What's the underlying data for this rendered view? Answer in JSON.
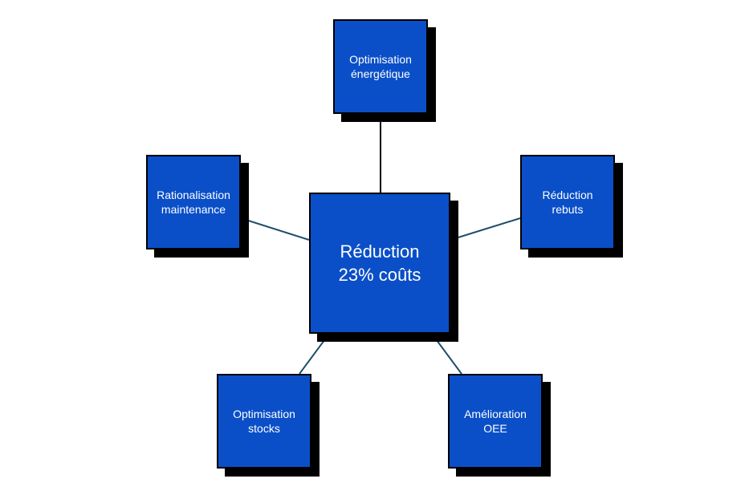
{
  "center": {
    "line1": "Réduction",
    "line2": "23% coûts"
  },
  "nodes": {
    "energy": {
      "line1": "Optimisation",
      "line2": "énergétique"
    },
    "maint": {
      "line1": "Rationalisation",
      "line2": "maintenance"
    },
    "rebuts": {
      "line1": "Réduction",
      "line2": "rebuts"
    },
    "stocks": {
      "line1": "Optimisation",
      "line2": "stocks"
    },
    "oee": {
      "line1": "Amélioration",
      "line2": "OEE"
    }
  },
  "colors": {
    "box_fill": "#0a4fc8",
    "box_border": "#000000",
    "shadow": "#000000",
    "connector_vertical": "#000000",
    "connector_diagonal": "#1f4e6b",
    "text": "#ffffff"
  }
}
